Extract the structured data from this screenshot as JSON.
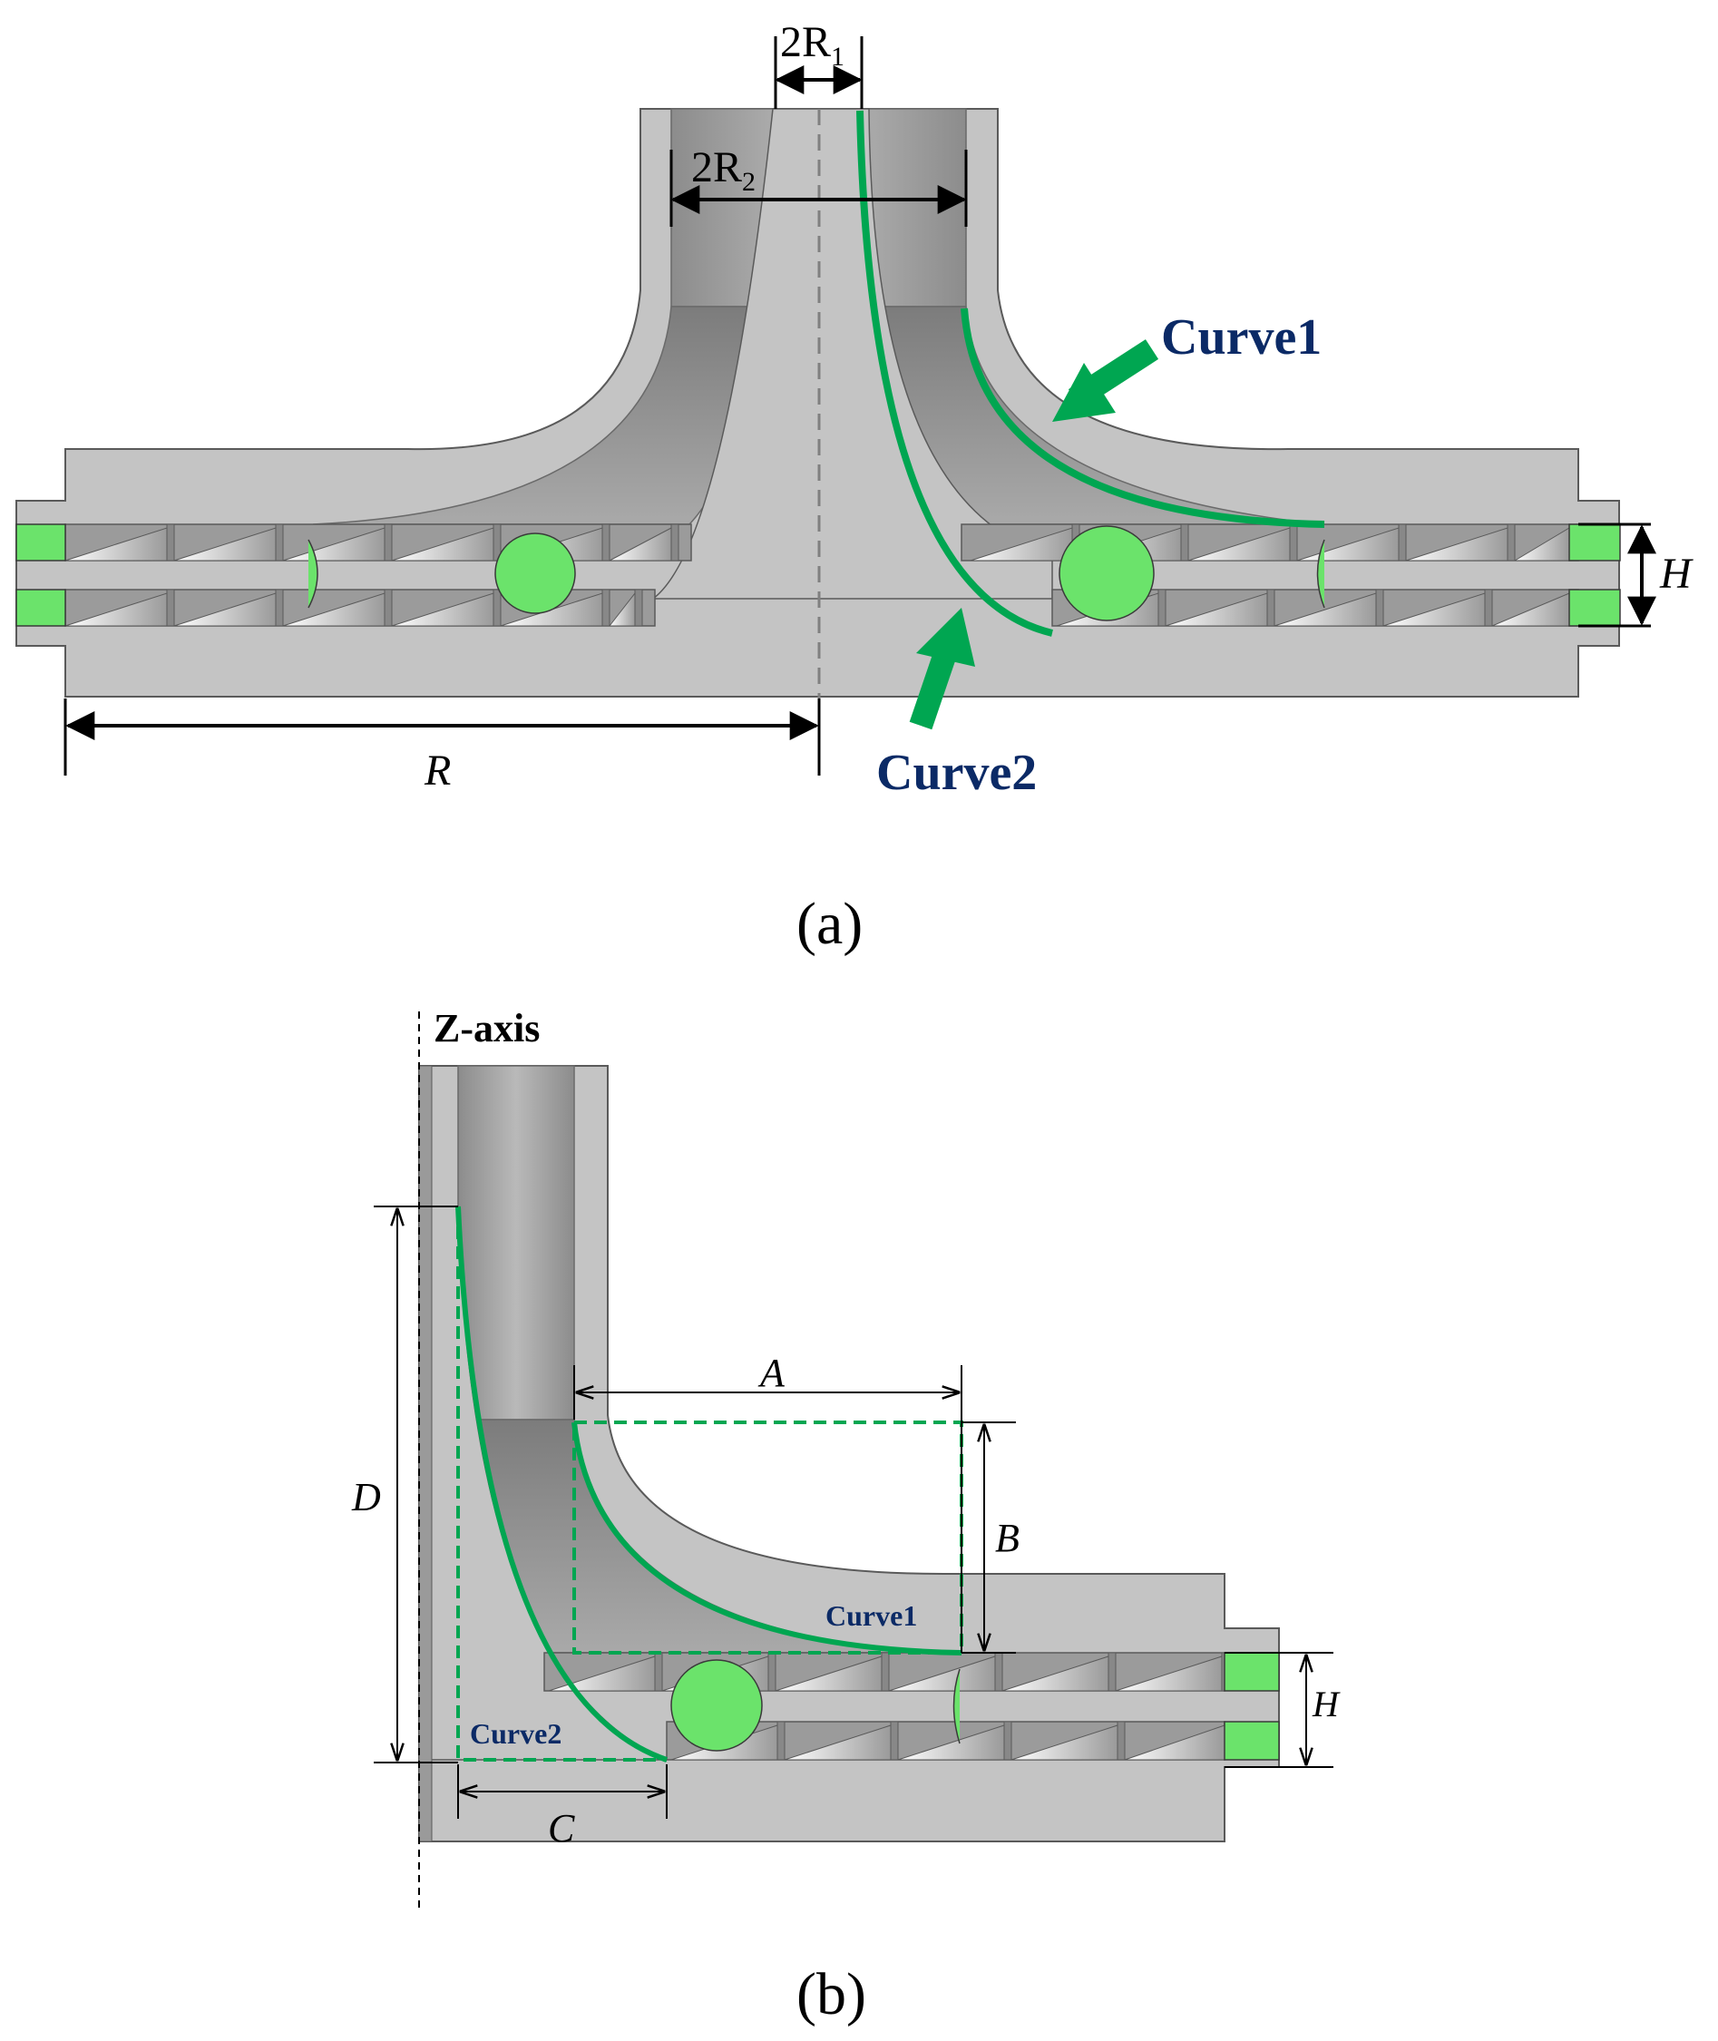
{
  "colors": {
    "body": "#c4c4c4",
    "body_dark": "#a8a8a8",
    "channel": "#9b9b9b",
    "outline": "#5a5a5a",
    "green": "#00a651",
    "green_fill": "#6be36b",
    "navy": "#0b2a66",
    "dim": "#000000"
  },
  "panel_a": {
    "caption": "(a)",
    "dims": {
      "two_r1": "2R",
      "two_r1_sub": "1",
      "two_r2": "2R",
      "two_r2_sub": "2",
      "r": "R",
      "h": "H"
    },
    "curve1_label": "Curve1",
    "curve2_label": "Curve2"
  },
  "panel_b": {
    "caption": "(b)",
    "axis_label": "Z-axis",
    "dims": {
      "a": "A",
      "b": "B",
      "c": "C",
      "d": "D",
      "h": "H"
    },
    "curve1_label": "Curve1",
    "curve2_label": "Curve2"
  }
}
